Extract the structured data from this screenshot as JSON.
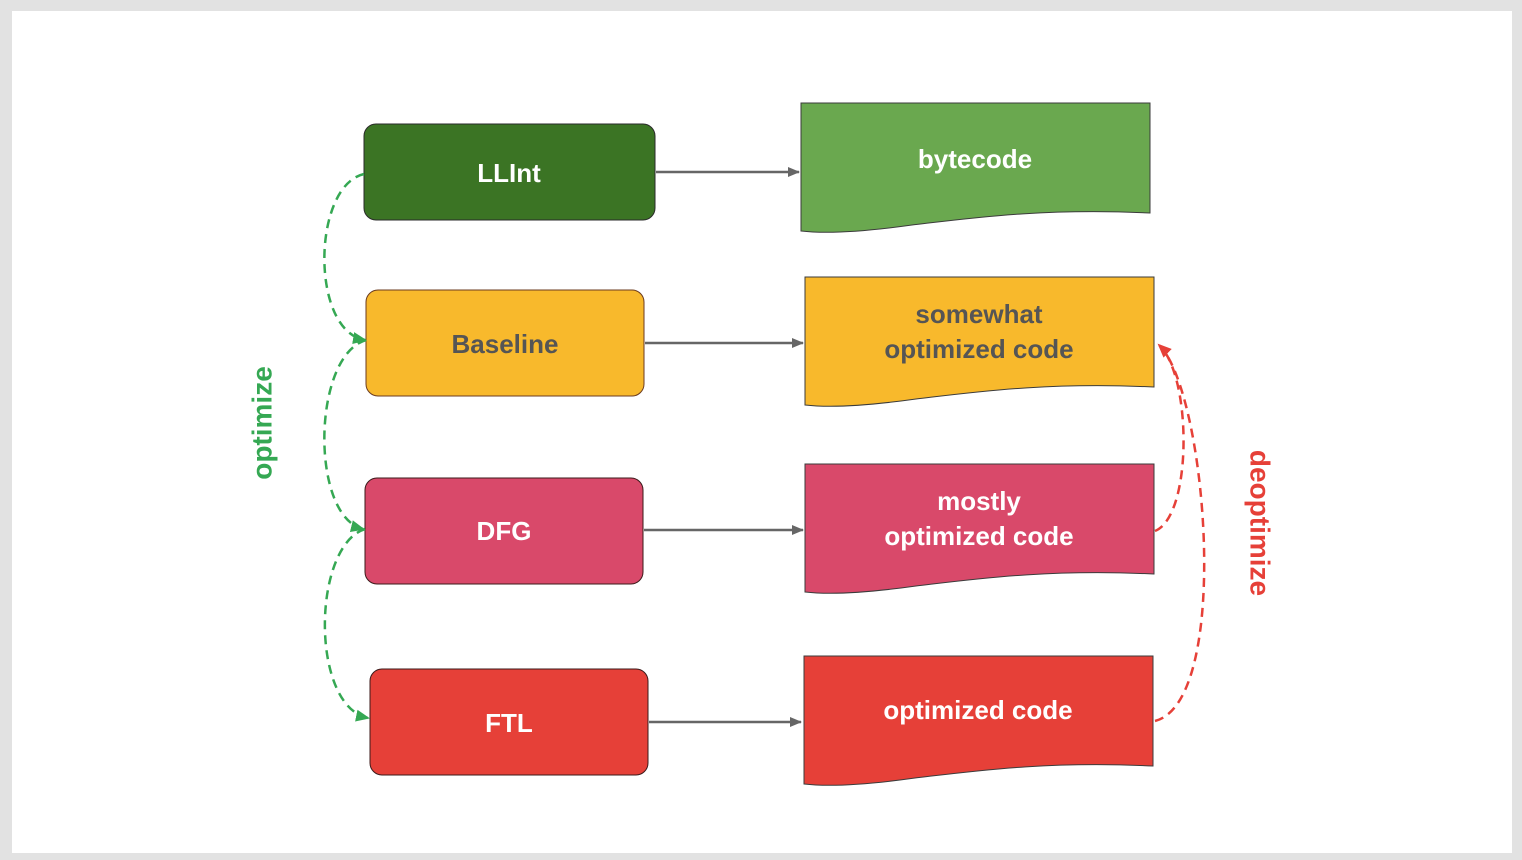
{
  "colors": {
    "llint": "#3b7424",
    "llint_doc": "#6aa84f",
    "baseline": "#f8b92c",
    "dfg": "#d9496a",
    "ftl": "#e64038",
    "optimize": "#35a853",
    "deoptimize": "#e64038",
    "arrow": "#666666",
    "text_light": "#ffffff",
    "text_dark": "#555555"
  },
  "tiers": [
    {
      "id": "llint",
      "label": "LLInt",
      "output": [
        "bytecode"
      ]
    },
    {
      "id": "baseline",
      "label": "Baseline",
      "output": [
        "somewhat",
        "optimized code"
      ]
    },
    {
      "id": "dfg",
      "label": "DFG",
      "output": [
        "mostly",
        "optimized code"
      ]
    },
    {
      "id": "ftl",
      "label": "FTL",
      "output": [
        "optimized code"
      ]
    }
  ],
  "labels": {
    "optimize": "optimize",
    "deoptimize": "deoptimize"
  }
}
